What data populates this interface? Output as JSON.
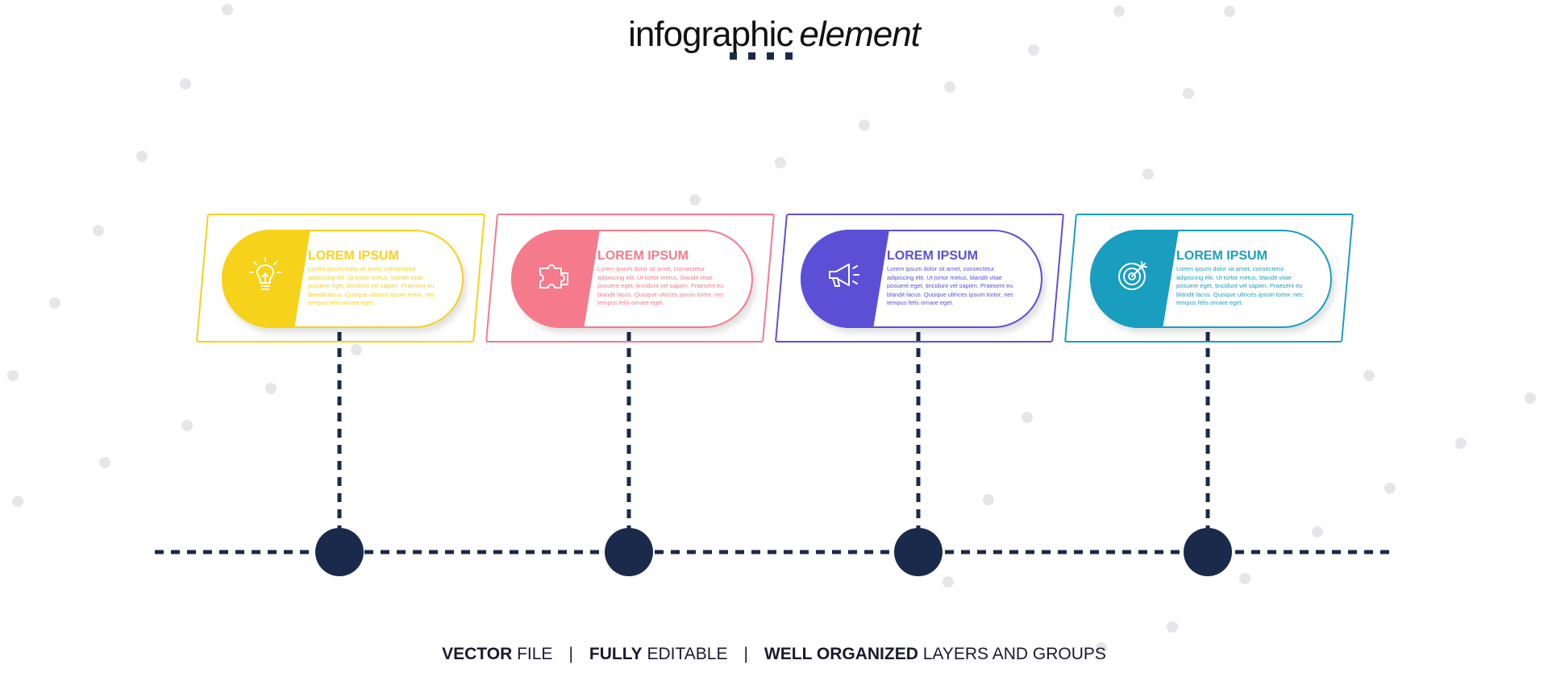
{
  "header": {
    "title_main": "infographic",
    "title_italic": "element"
  },
  "colors": {
    "navy": "#1a2a4a",
    "yellow": "#f7d21a",
    "pink": "#f47a8c",
    "purple": "#5b4fd6",
    "teal": "#1a9ec0"
  },
  "steps": [
    {
      "title": "LOREM IPSUM",
      "body": "Lorem ipsum dolor sit amet, consectetur adipiscing elit. Ut tortor metus, blandit vitae posuere eget, tincidunt vel sapien. Praesent eu blandit lacus. Quisque ultrices ipsum tortor, nec tempus felis ornare eget.",
      "icon": "lightbulb-icon",
      "color": "#f7d21a"
    },
    {
      "title": "LOREM IPSUM",
      "body": "Lorem ipsum dolor sit amet, consectetur adipiscing elit. Ut tortor metus, blandit vitae posuere eget, tincidunt vel sapien. Praesent eu blandit lacus. Quisque ultrices ipsum tortor, nec tempus felis ornare eget.",
      "icon": "puzzle-icon",
      "color": "#f47a8c"
    },
    {
      "title": "LOREM IPSUM",
      "body": "Lorem ipsum dolor sit amet, consectetur adipiscing elit. Ut tortor metus, blandit vitae posuere eget, tincidunt vel sapien. Praesent eu blandit lacus. Quisque ultrices ipsum tortor, nec tempus felis ornare eget.",
      "icon": "megaphone-icon",
      "color": "#5b4fd6"
    },
    {
      "title": "LOREM IPSUM",
      "body": "Lorem ipsum dolor sit amet, consectetur adipiscing elit. Ut tortor metus, blandit vitae posuere eget, tincidunt vel sapien. Praesent eu blandit lacus. Quisque ultrices ipsum tortor, nec tempus felis ornare eget.",
      "icon": "target-icon",
      "color": "#1a9ec0"
    }
  ],
  "footer": {
    "part1_bold": "VECTOR",
    "part1_rest": " FILE",
    "sep1": "|",
    "part2_bold": "FULLY",
    "part2_rest": " EDITABLE",
    "sep2": "|",
    "part3_bold": "WELL ORGANIZED",
    "part3_rest": " LAYERS AND GROUPS"
  }
}
